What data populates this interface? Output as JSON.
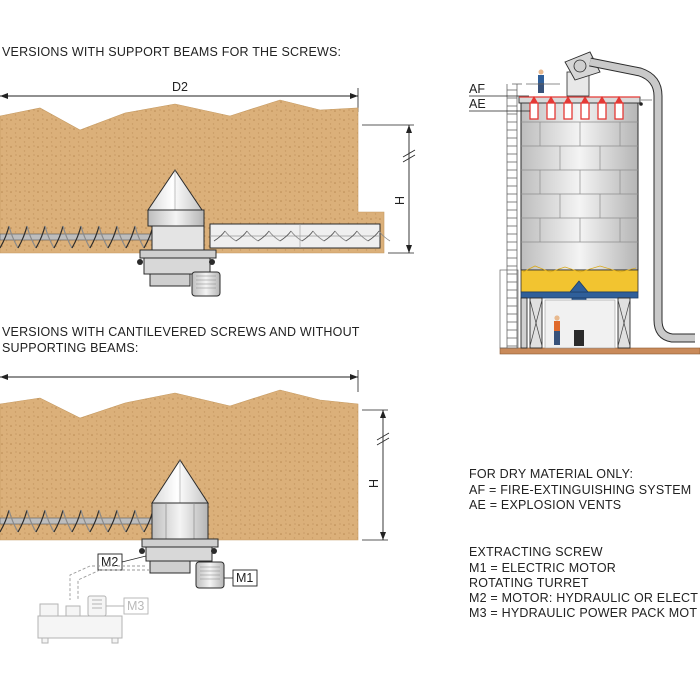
{
  "top_section": {
    "title": "VERSIONS WITH SUPPORT BEAMS FOR THE SCREWS:",
    "dimension_width": "D2",
    "dimension_height": "H"
  },
  "bottom_section": {
    "title_line1": "VERSIONS WITH CANTILEVERED SCREWS AND WITHOUT",
    "title_line2": "SUPPORTING BEAMS:",
    "dimension_height": "H",
    "labels": {
      "m1": "M1",
      "m2": "M2",
      "m3": "M3"
    }
  },
  "silo": {
    "label_af": "AF",
    "label_ae": "AE"
  },
  "legend": {
    "dry_material": {
      "heading": "FOR DRY MATERIAL ONLY:",
      "lines": [
        "AF = FIRE-EXTINGUISHING SYSTEM",
        "AE = EXPLOSION VENTS"
      ]
    },
    "extracting_screw": {
      "heading": "EXTRACTING SCREW",
      "lines": [
        "M1 = ELECTRIC MOTOR",
        "ROTATING TURRET",
        "M2 = MOTOR: HYDRAULIC OR ELECT",
        "M3 = HYDRAULIC POWER PACK MOT"
      ]
    }
  },
  "colors": {
    "material": "#dbb07a",
    "material_dots": "#b98a52",
    "steel_light": "#e6e6e6",
    "steel_mid": "#bfbfbf",
    "outline": "#2b2b2b",
    "blue_equipment": "#2f5f9a",
    "explosion_vent_red": "#e53935",
    "yellow_material": "#f2c430",
    "ground": "#c98a5a"
  }
}
